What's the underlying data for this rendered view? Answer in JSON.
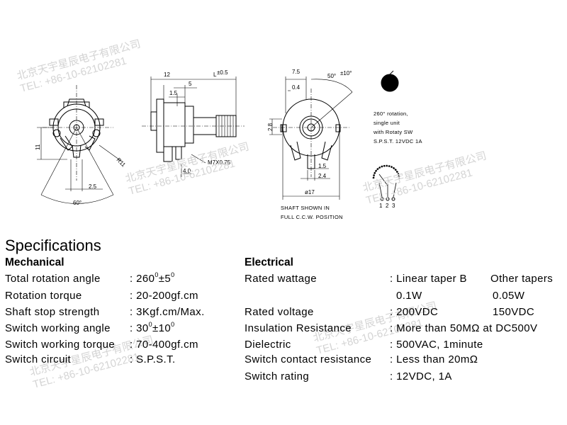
{
  "drawing": {
    "front_dims": {
      "height": "11",
      "radius": "R11",
      "pin_pitch": "2.5",
      "angle": "60°"
    },
    "side_dims": {
      "d12": "12",
      "length": "L",
      "length_tol": "±0.5",
      "d5": "5",
      "d15": "1.5",
      "thread": "M7X0.75",
      "d40": "4.0"
    },
    "rear_dims": {
      "d75": "7.5",
      "angle": "50°",
      "angle_tol": "±10°",
      "d04": "0.4",
      "d28": "2.8",
      "d15": "1.5",
      "d24": "2.4",
      "diameter": "ø17"
    },
    "rear_caption": [
      "SHAFT SHOWN IN",
      "FULL C.C.W. POSITION"
    ],
    "switch_note": [
      "260° rotation,",
      "single unit",
      "with Rotaty SW",
      "S.P.S.T. 12VDC 1A"
    ],
    "schematic_pins": [
      "1",
      "2",
      "3"
    ]
  },
  "watermark": {
    "company": "北京天宇星辰电子有限公司",
    "tel": "TEL: +86-10-62102281"
  },
  "specs": {
    "title": "Specifications",
    "mechanical": {
      "heading": "Mechanical",
      "rows": [
        {
          "label": "Total rotation angle",
          "sep": ": ",
          "value_pre": "260",
          "sup1": "0",
          "value_mid": "±5",
          "sup2": "0"
        },
        {
          "label": "Rotation torque",
          "sep": ": ",
          "value": "20-200gf.cm"
        },
        {
          "label": "Shaft stop strength",
          "sep": ": ",
          "value": "3Kgf.cm/Max."
        },
        {
          "label": "Switch working angle",
          "sep": ": ",
          "value_pre": "30",
          "sup1": "0",
          "value_mid": "±10",
          "sup2": "0"
        },
        {
          "label": "Switch working torque",
          "sep": ": ",
          "value": "70-400gf.cm"
        },
        {
          "label": "Switch circuit",
          "sep": ": ",
          "value": "S.P.S.T."
        }
      ]
    },
    "electrical": {
      "heading": "Electrical",
      "rated_wattage": {
        "label": "Rated wattage",
        "sep": ": ",
        "col1": "Linear taper B",
        "col2": "Other tapers",
        "val1": "0.1W",
        "val2": "0.05W"
      },
      "rated_voltage": {
        "label": "Rated voltage",
        "sep": ": ",
        "val1": "200VDC",
        "val2": "150VDC"
      },
      "rows": [
        {
          "label": "Insulation Resistance",
          "sep": ": ",
          "value": "More than 50MΩ  at DC500V"
        },
        {
          "label": "Dielectric",
          "sep": ": ",
          "value": "500VAC, 1minute"
        },
        {
          "label": "Switch contact resistance",
          "sep": ": ",
          "value": "Less than 20mΩ"
        },
        {
          "label": "Switch rating",
          "sep": ": ",
          "value": "12VDC, 1A"
        }
      ]
    }
  }
}
